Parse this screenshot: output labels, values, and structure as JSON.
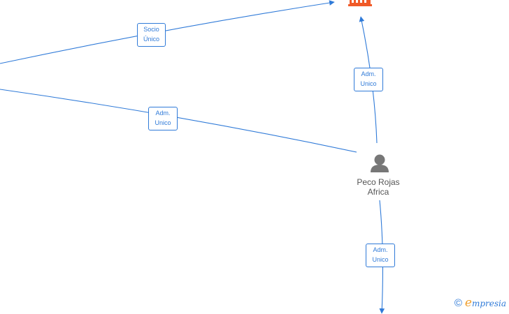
{
  "nodes": {
    "person": {
      "name_line1": "Peco Rojas",
      "name_line2": "Africa"
    }
  },
  "edges": [
    {
      "id": "socio-unico",
      "line1": "Socio",
      "line2": "Único"
    },
    {
      "id": "adm-unico-left",
      "line1": "Adm.",
      "line2": "Unico"
    },
    {
      "id": "adm-unico-top",
      "line1": "Adm.",
      "line2": "Unico"
    },
    {
      "id": "adm-unico-bottom",
      "line1": "Adm.",
      "line2": "Unico"
    }
  ],
  "brand": {
    "copyright": "©",
    "initial": "e",
    "rest": "mpresia"
  },
  "colors": {
    "edge": "#2f7ad8",
    "company_icon": "#f05a28",
    "person_icon": "#777777",
    "brand_accent": "#f0a030"
  },
  "icons": {
    "person": "person-icon",
    "company": "building-icon"
  }
}
